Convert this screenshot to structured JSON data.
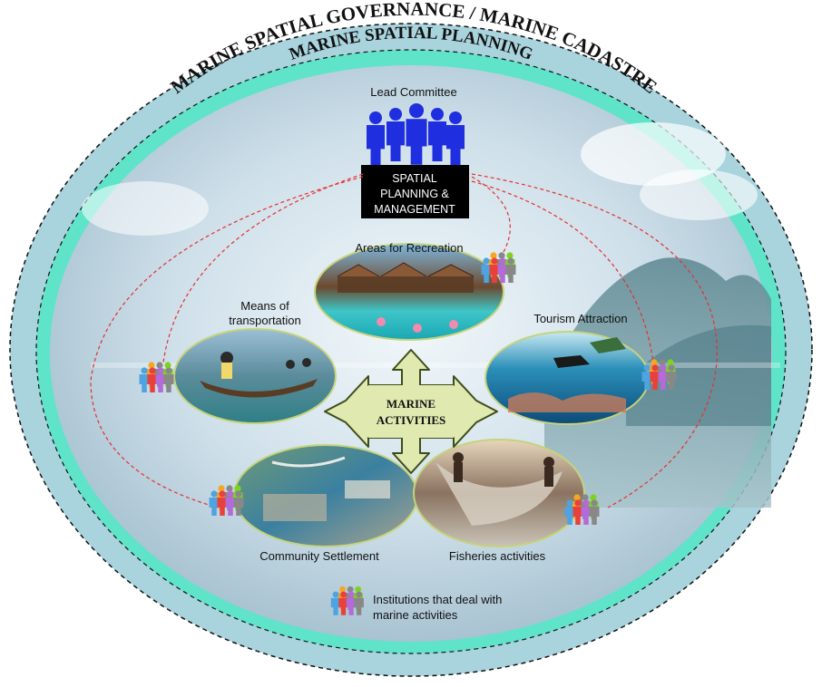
{
  "outer_ring_text": "MARINE SPATIAL GOVERNANCE / MARINE CADASTRE",
  "inner_ring_text": "MARINE SPATIAL PLANNING",
  "lead_committee_label": "Lead Committee",
  "planning_box": {
    "line1": "SPATIAL",
    "line2": "PLANNING &",
    "line3": "MANAGEMENT"
  },
  "center": {
    "line1": "MARINE",
    "line2": "ACTIVITIES"
  },
  "activities": {
    "recreation": "Areas for Recreation",
    "transport_line1": "Means of",
    "transport_line2": "transportation",
    "tourism": "Tourism Attraction",
    "settlement": "Community Settlement",
    "fisheries": "Fisheries activities"
  },
  "legend": {
    "line1": "Institutions that deal with",
    "line2": "marine activities"
  },
  "colors": {
    "outer_ring": "#a9d4de",
    "inner_ring": "#5fe3c9",
    "link_line": "#e53030",
    "committee": "#1f2fe0",
    "arrow_fill": "#dfe9b0",
    "arrow_stroke": "#3e4d1c",
    "people": [
      "#4fa3e0",
      "#f5a623",
      "#e8413c",
      "#b46ad8",
      "#7ed321",
      "#888888"
    ]
  }
}
